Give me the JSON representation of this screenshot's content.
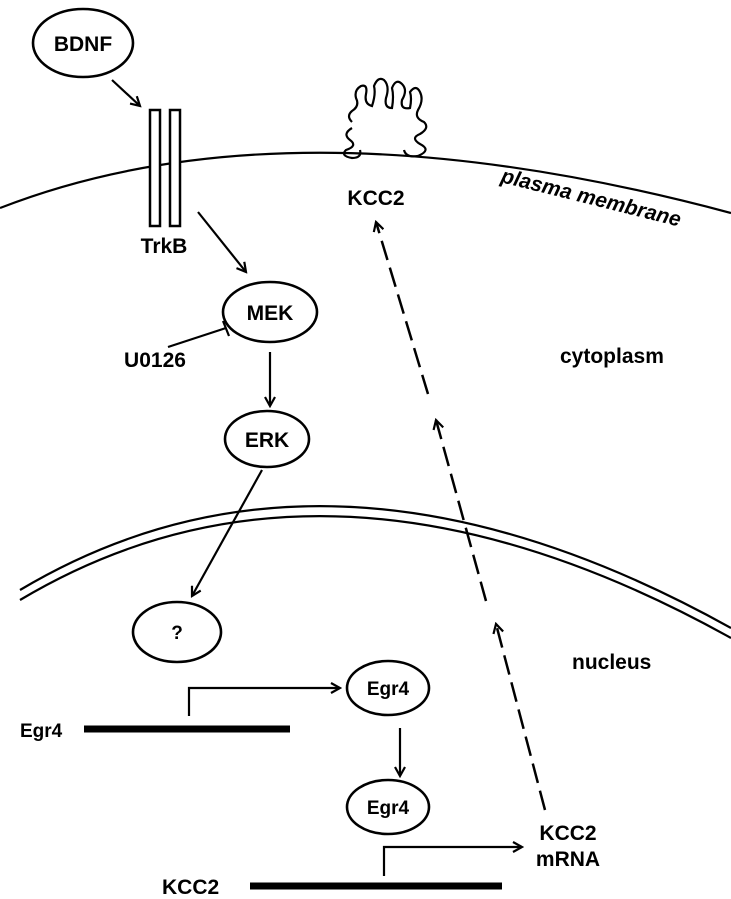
{
  "compartments": {
    "membrane": "plasma membrane",
    "cytoplasm": "cytoplasm",
    "nucleus": "nucleus"
  },
  "nodes": {
    "bdnf": "BDNF",
    "mek": "MEK",
    "erk": "ERK",
    "unknown": "?",
    "egr4_protein_1": "Egr4",
    "egr4_protein_2": "Egr4"
  },
  "labels": {
    "trkb": "TrkB",
    "kcc2_protein": "KCC2",
    "u0126": "U0126",
    "egr4_gene": "Egr4",
    "kcc2_gene": "KCC2",
    "kcc2_mrna_line1": "KCC2",
    "kcc2_mrna_line2": "mRNA"
  }
}
